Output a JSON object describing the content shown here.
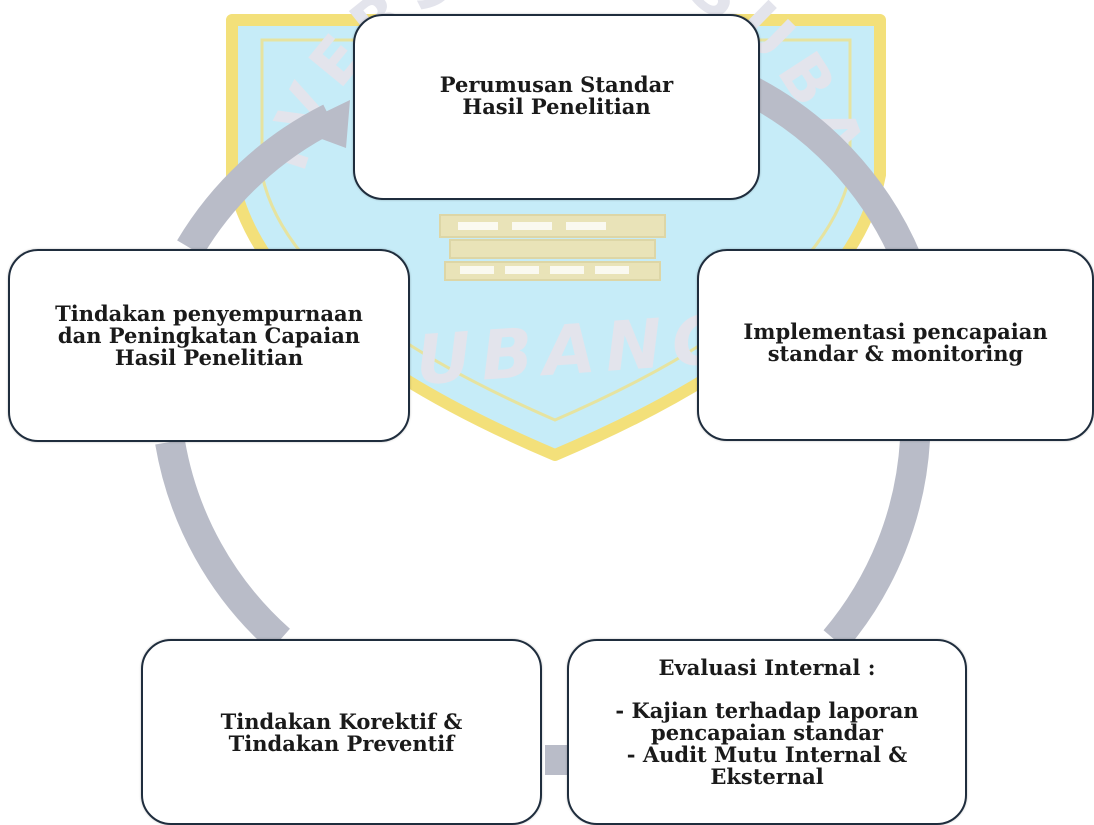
{
  "colors": {
    "arrow": "#b9bcc8",
    "box_border": "#1f2d3d",
    "watermark_blue": "#c6ecf8",
    "watermark_gold": "#f3e07a",
    "watermark_letters": "#e3e4ec"
  },
  "watermark": {
    "text_arc": "UNIVERSITAS SUBANG",
    "text_bottom": "SUBANG"
  },
  "steps": [
    {
      "lines": [
        "Perumusan Standar",
        "Hasil Penelitian"
      ]
    },
    {
      "lines": [
        "Implementasi pencapaian",
        "standar & monitoring"
      ]
    },
    {
      "heading": "Evaluasi Internal :",
      "lines": [
        "- Kajian terhadap laporan",
        "pencapaian standar",
        "- Audit Mutu Internal &",
        "Eksternal"
      ]
    },
    {
      "lines": [
        "Tindakan Korektif &",
        "Tindakan Preventif"
      ]
    },
    {
      "lines": [
        "Tindakan penyempurnaan",
        "dan Peningkatan Capaian",
        "Hasil Penelitian"
      ]
    }
  ]
}
